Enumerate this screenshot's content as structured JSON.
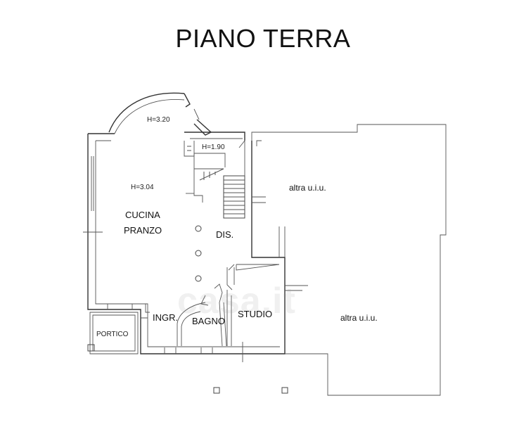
{
  "plan": {
    "title": "PIANO TERRA",
    "labels": {
      "h_veranda": "H=3.20",
      "h_stair": "H=1.90",
      "h_kitchen": "H=3.04",
      "cucina": "CUCINA",
      "pranzo": "PRANZO",
      "dis": "DIS.",
      "ingr": "INGR.",
      "bagno": "BAGNO",
      "studio": "STUDIO",
      "portico": "PORTICO",
      "altra_top": "altra u.i.u.",
      "altra_bottom": "altra u.i.u."
    },
    "watermark": "casa.it"
  }
}
